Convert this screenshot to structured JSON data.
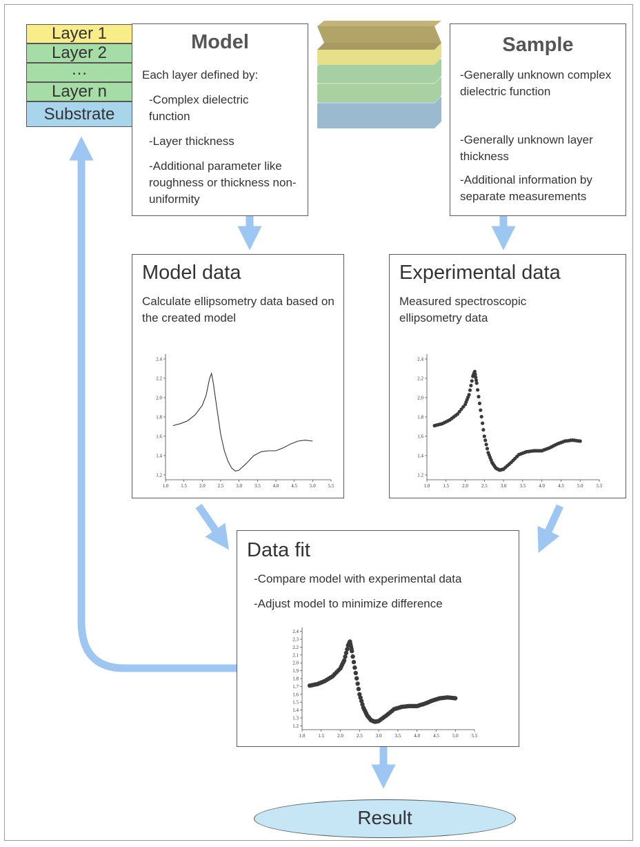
{
  "layers": [
    "Layer 1",
    "Layer 2",
    "…",
    "Layer n",
    "Substrate"
  ],
  "colors": {
    "layer1": "#f9ed8a",
    "layer_mid": "#a6dca6",
    "substrate": "#a8d4ec",
    "arrow": "#9ec6f2"
  },
  "model_box": {
    "title": "Model",
    "intro": "Each layer defined by:",
    "items": [
      "-Complex dielectric function",
      "-Layer thickness",
      "-Additional parameter like roughness or thickness non-uniformity"
    ]
  },
  "sample_box": {
    "title": "Sample",
    "items": [
      "-Generally unknown complex dielectric function",
      "-Generally unknown layer thickness",
      "-Additional information by separate measurements"
    ]
  },
  "model_data": {
    "title": "Model data",
    "text": "Calculate ellipsometry data based on the created model"
  },
  "experimental_data": {
    "title": "Experimental data",
    "text": "Measured spectroscopic ellipsometry data"
  },
  "data_fit": {
    "title": "Data fit",
    "items": [
      "-Compare model with experimental data",
      "-Adjust model to minimize difference"
    ]
  },
  "result": "Result",
  "chart_data": [
    {
      "type": "line",
      "x": [
        1.2,
        1.4,
        1.6,
        1.8,
        2.0,
        2.1,
        2.2,
        2.25,
        2.3,
        2.4,
        2.5,
        2.6,
        2.7,
        2.8,
        2.9,
        3.0,
        3.2,
        3.4,
        3.6,
        3.8,
        4.0,
        4.2,
        4.4,
        4.6,
        4.8,
        5.0
      ],
      "y": [
        1.71,
        1.73,
        1.76,
        1.82,
        1.92,
        2.02,
        2.2,
        2.25,
        2.15,
        1.88,
        1.62,
        1.45,
        1.34,
        1.27,
        1.24,
        1.25,
        1.32,
        1.4,
        1.44,
        1.45,
        1.45,
        1.48,
        1.52,
        1.55,
        1.56,
        1.55
      ],
      "xticks": [
        "1.0",
        "1.5",
        "2.0",
        "2.5",
        "3.0",
        "3.5",
        "4.0",
        "4.5",
        "5.0",
        "5.5"
      ],
      "yticks": [
        "1.2",
        "1.4",
        "1.6",
        "1.8",
        "2.0",
        "2.2",
        "2.4"
      ],
      "xlim": [
        1.0,
        5.5
      ],
      "ylim": [
        1.15,
        2.45
      ]
    },
    {
      "type": "scatter",
      "x": [
        1.2,
        1.4,
        1.6,
        1.8,
        2.0,
        2.1,
        2.2,
        2.25,
        2.3,
        2.4,
        2.5,
        2.6,
        2.7,
        2.8,
        2.9,
        3.0,
        3.2,
        3.4,
        3.6,
        3.8,
        4.0,
        4.2,
        4.4,
        4.6,
        4.8,
        5.0
      ],
      "y": [
        1.71,
        1.73,
        1.77,
        1.83,
        1.93,
        2.03,
        2.22,
        2.27,
        2.15,
        1.87,
        1.6,
        1.43,
        1.33,
        1.27,
        1.25,
        1.26,
        1.33,
        1.41,
        1.44,
        1.45,
        1.45,
        1.48,
        1.52,
        1.55,
        1.56,
        1.55
      ],
      "xticks": [
        "1.0",
        "1.5",
        "2.0",
        "2.5",
        "3.0",
        "3.5",
        "4.0",
        "4.5",
        "5.0",
        "5.5"
      ],
      "yticks": [
        "1.2",
        "1.4",
        "1.6",
        "1.8",
        "2.0",
        "2.2",
        "2.4"
      ],
      "xlim": [
        1.0,
        5.5
      ],
      "ylim": [
        1.15,
        2.45
      ]
    },
    {
      "type": "scatter",
      "x": [
        1.2,
        1.4,
        1.6,
        1.8,
        2.0,
        2.1,
        2.2,
        2.25,
        2.3,
        2.4,
        2.5,
        2.6,
        2.7,
        2.8,
        2.9,
        3.0,
        3.2,
        3.4,
        3.6,
        3.8,
        4.0,
        4.2,
        4.4,
        4.6,
        4.8,
        5.0
      ],
      "y": [
        1.71,
        1.73,
        1.77,
        1.83,
        1.93,
        2.03,
        2.22,
        2.27,
        2.15,
        1.87,
        1.6,
        1.43,
        1.33,
        1.27,
        1.25,
        1.26,
        1.33,
        1.41,
        1.44,
        1.45,
        1.45,
        1.48,
        1.52,
        1.55,
        1.56,
        1.55
      ],
      "xticks": [
        "1.0",
        "1.5",
        "2.0",
        "2.5",
        "3.0",
        "3.5",
        "4.0",
        "4.5",
        "5.0",
        "5.5"
      ],
      "yticks": [
        "1.2",
        "1.3",
        "1.4",
        "1.5",
        "1.6",
        "1.7",
        "1.8",
        "1.9",
        "2.0",
        "2.1",
        "2.2",
        "2.3",
        "2.4"
      ],
      "xlim": [
        1.0,
        5.5
      ],
      "ylim": [
        1.15,
        2.45
      ]
    }
  ]
}
